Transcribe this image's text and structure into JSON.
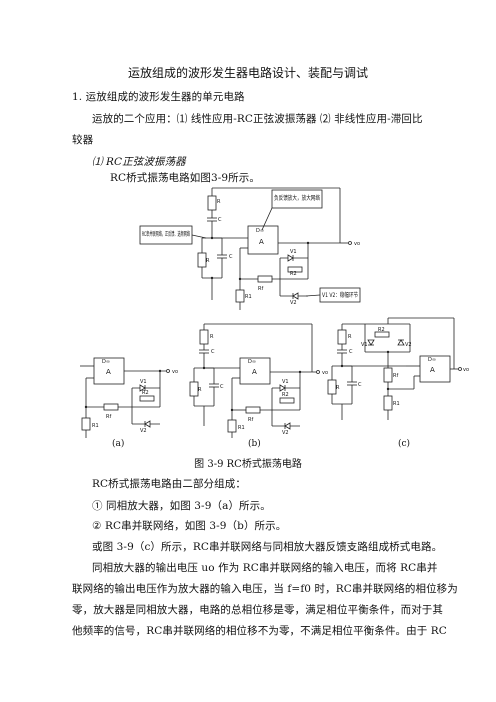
{
  "title": "运放组成的波形发生器电路设计、装配与调试",
  "section1": "1.   运放组成的波形发生器的单元电路",
  "intro_line1": "运放的二个应用：⑴   线性应用-RC正弦波振荡器  ⑵   非线性应用-滞回比",
  "intro_line2": "较器",
  "sub1": "⑴   RC正弦波振荡器",
  "sub1_text": "RC桥式振荡电路如图3-9所示。",
  "fig_top": {
    "label_R": "R",
    "label_C": "C",
    "label_Rf": "Rf",
    "label_R1": "R1",
    "label_R2": "R2",
    "label_V1": "V1",
    "label_V2": "V2",
    "label_vo": "vo",
    "label_A": "A",
    "label_dinf": "D∞",
    "note_amp": "负反馈放大，放大网络",
    "note_rc": "RC串并联网络，正反馈、选频网络",
    "note_diode": "V1 V2：稳幅环节"
  },
  "fig_a_label": "(a)",
  "fig_b_label": "(b)",
  "fig_c_label": "(c)",
  "caption": "图 3-9   RC桥式振荡电路",
  "p1": "RC桥式振荡电路由二部分组成：",
  "item1": "①    同相放大器，如图 3-9（a）所示。",
  "item2": "②    RC串并联网络，如图 3-9（b）所示。",
  "p2": "或图 3-9（c）所示，RC串并联网络与同相放大器反馈支路组成桥式电路。",
  "p3_l1": "同相放大器的输出电压 uo 作为 RC串并联网络的输入电压，而将 RC串并",
  "p3_l2": "联网络的输出电压作为放大器的输入电压，当 f=f0 时，RC串并联网络的相位移为",
  "p3_l3": "零，放大器是同相放大器，电路的总相位移是零，满足相位平衡条件，而对于其",
  "p3_l4": "他频率的信号，RC串并联网络的相位移不为零，不满足相位平衡条件。由于 RC"
}
